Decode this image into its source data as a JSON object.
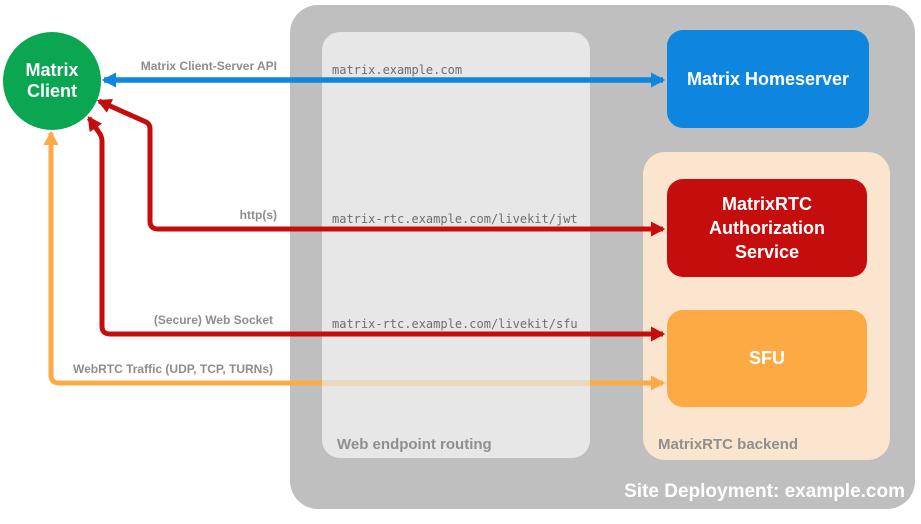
{
  "diagram": {
    "title": "Site Deployment: example.com",
    "client": {
      "label": "Matrix Client"
    },
    "homeserver": {
      "label": "Matrix Homeserver"
    },
    "routing": {
      "label": "Web endpoint routing",
      "endpoints": [
        "matrix.example.com",
        "matrix-rtc.example.com/livekit/jwt",
        "matrix-rtc.example.com/livekit/sfu"
      ]
    },
    "backend": {
      "label": "MatrixRTC backend",
      "auth_service": "MatrixRTC Authorization Service",
      "sfu": "SFU"
    },
    "connections": [
      {
        "label": "Matrix Client-Server API",
        "color": "#0e86e0"
      },
      {
        "label": "http(s)",
        "color": "#c60d0e"
      },
      {
        "label": "(Secure) Web Socket",
        "color": "#c60d0e"
      },
      {
        "label": "WebRTC Traffic (UDP, TCP, TURNs)",
        "color": "#fbaa45"
      }
    ],
    "colors": {
      "client_green": "#0ba651",
      "homeserver_blue": "#0e86e0",
      "auth_red": "#c60d0e",
      "sfu_orange": "#fcaa43",
      "arrow_orange": "#fbaa45",
      "arrow_orange_muted": "#ead9bd",
      "site_gray": "#bfbfbf",
      "routing_gray": "#e7e7e7",
      "backend_peach": "#fce5ce",
      "label_gray": "#8d8d8d",
      "endpoint_text_gray": "#6e6e6e",
      "background": "#ffffff"
    }
  }
}
